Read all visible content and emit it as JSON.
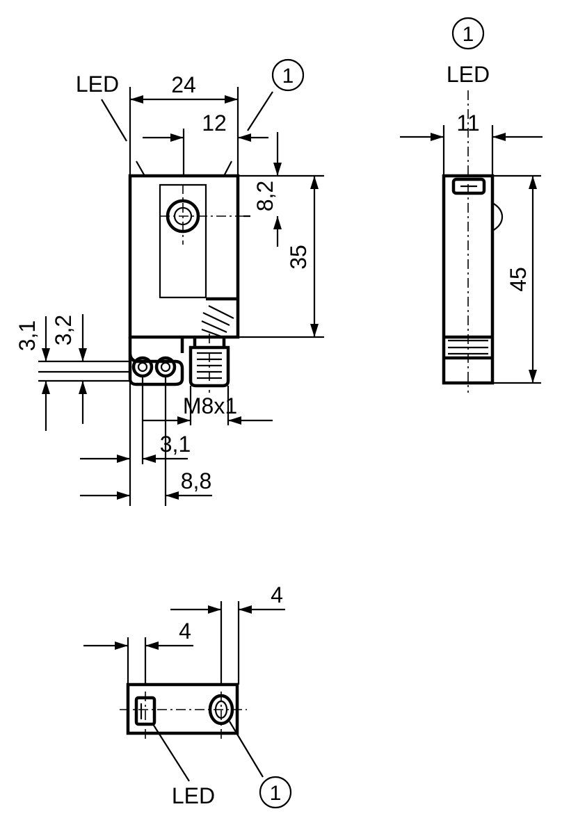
{
  "labels": {
    "led": "LED",
    "ref_1": "1",
    "width_24": "24",
    "offset_12": "12",
    "hole_8_2": "8,2",
    "height_35": "35",
    "dim_3_1_vertical": "3,1",
    "dim_3_2_vertical": "3,2",
    "thread_m8x1": "M8x1",
    "dim_3_1_horizontal": "3,1",
    "dim_8_8": "8,8",
    "depth_11": "11",
    "height_45": "45",
    "dim_4_top": "4",
    "dim_4_left": "4"
  }
}
